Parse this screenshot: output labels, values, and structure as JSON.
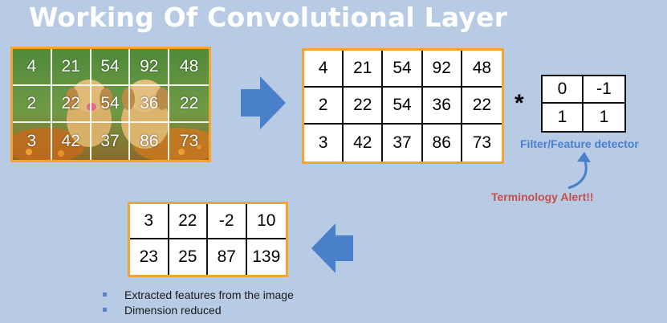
{
  "title": "Working Of Convolutional Layer",
  "photo_matrix": {
    "image_desc": "puppies-in-flower-field",
    "rows": [
      [
        "4",
        "21",
        "54",
        "92",
        "48"
      ],
      [
        "2",
        "22",
        "54",
        "36",
        "22"
      ],
      [
        "3",
        "42",
        "37",
        "86",
        "73"
      ]
    ]
  },
  "input_matrix": {
    "rows": [
      [
        "4",
        "21",
        "54",
        "92",
        "48"
      ],
      [
        "2",
        "22",
        "54",
        "36",
        "22"
      ],
      [
        "3",
        "42",
        "37",
        "86",
        "73"
      ]
    ]
  },
  "operator_symbol": "*",
  "filter": {
    "rows": [
      [
        "0",
        "-1"
      ],
      [
        "1",
        "1"
      ]
    ],
    "label": "Filter/Feature detector"
  },
  "alert": "Terminology Alert!!",
  "output_matrix": {
    "rows": [
      [
        "3",
        "22",
        "-2",
        "10"
      ],
      [
        "23",
        "25",
        "87",
        "139"
      ]
    ]
  },
  "bullets": [
    "Extracted features from the image",
    "Dimension reduced"
  ],
  "colors": {
    "background": "#b7cbe5",
    "matrix_border": "#f4a431",
    "arrow": "#4a7fc9",
    "filter_label": "#4a7fd0",
    "alert": "#c0504d"
  }
}
